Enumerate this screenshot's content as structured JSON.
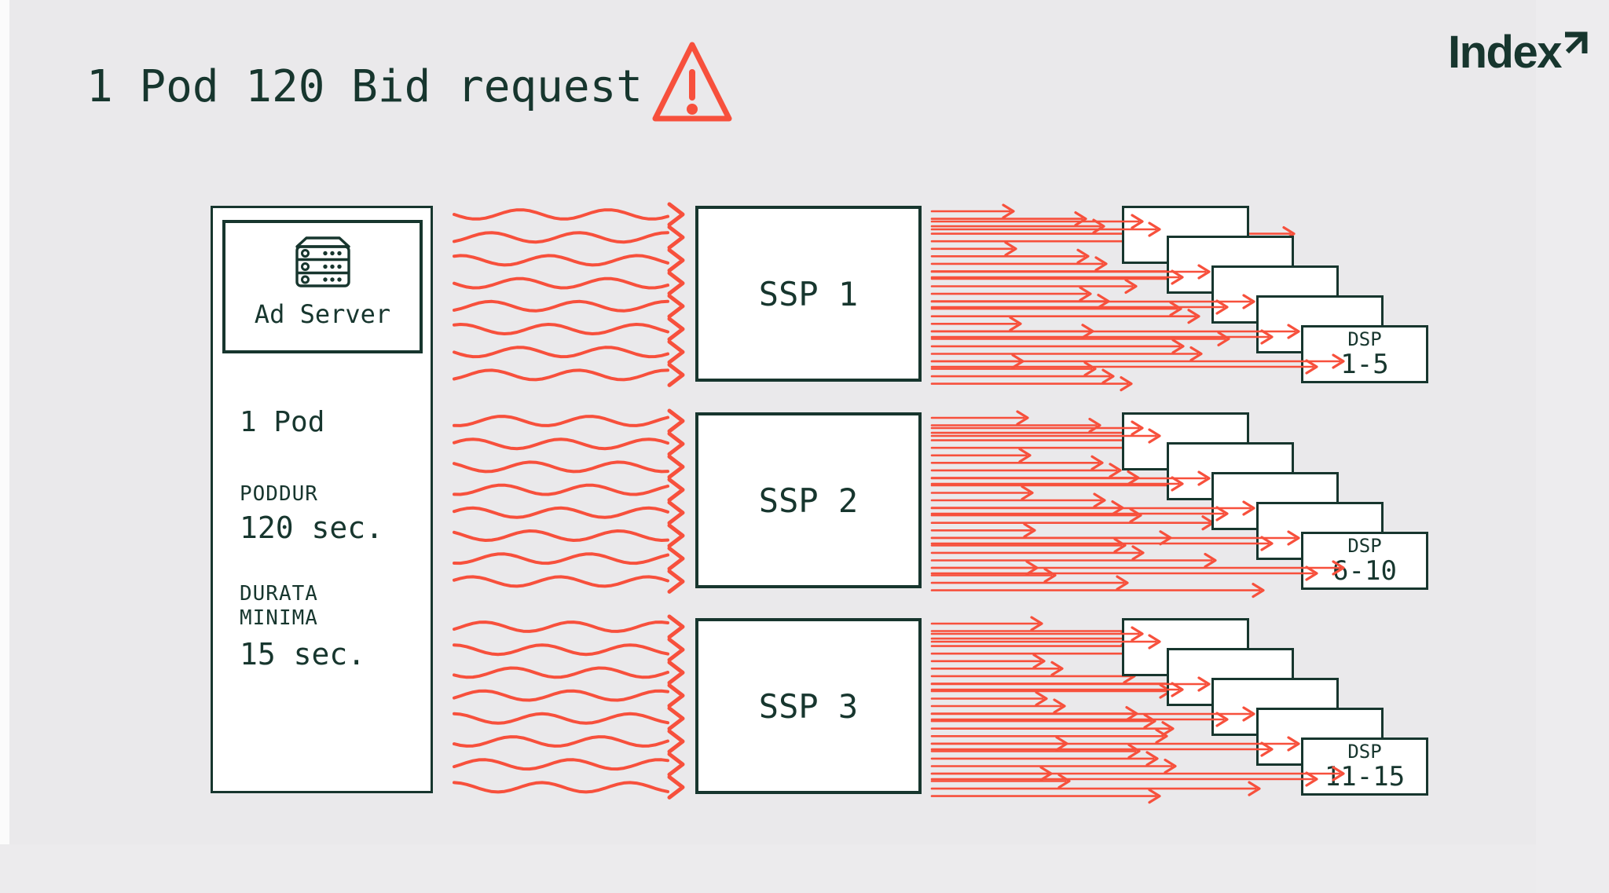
{
  "header": {
    "title": "1 Pod 120 Bid request",
    "logo_text": "Index"
  },
  "ad_server": {
    "label": "Ad Server",
    "pod_label": "1 Pod",
    "pod_duration_label": "PODDUR",
    "pod_duration_value": "120 sec.",
    "min_duration_label_line1": "DURATA",
    "min_duration_label_line2": "MINIMA",
    "min_duration_value": "15 sec."
  },
  "ssps": [
    {
      "label": "SSP 1"
    },
    {
      "label": "SSP 2"
    },
    {
      "label": "SSP 3"
    }
  ],
  "dsp_stacks": [
    {
      "label": "DSP",
      "range": "1-5"
    },
    {
      "label": "DSP",
      "range": "6-10"
    },
    {
      "label": "DSP",
      "range": "11-15"
    }
  ],
  "flow": {
    "ad_requests_per_ssp": 8,
    "fan_rows_per_ssp": 24,
    "dsp_boxes_per_stack": 5
  },
  "colors": {
    "accent_red": "#F7503C",
    "ink_green": "#17362E",
    "background": "#EAE9EB",
    "surface": "#FFFFFF"
  }
}
